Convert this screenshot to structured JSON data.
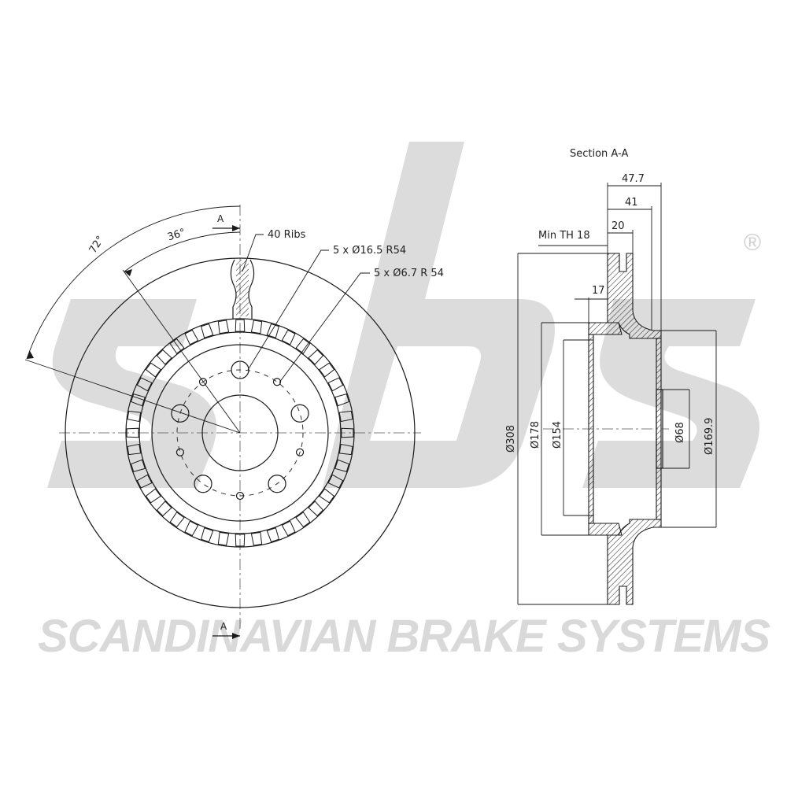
{
  "watermark": {
    "brand_text": "SCANDINAVIAN BRAKE SYSTEMS",
    "registered_mark": "®",
    "logo_letters": "sbs",
    "logo_color": "#dcdcdc"
  },
  "front_view": {
    "angle_outer": "72°",
    "angle_inner": "36°",
    "section_marker_top": "A",
    "section_marker_bottom": "A",
    "ribs_label": "40 Ribs",
    "bolt_holes_label": "5 x Ø16.5 R54",
    "small_holes_label": "5 x Ø6.7 R 54"
  },
  "section_view": {
    "title": "Section A-A",
    "dim_total_width": "47.7",
    "dim_width_41": "41",
    "dim_width_20": "20",
    "min_thickness_label": "Min TH 18",
    "dim_width_17": "17",
    "dim_outer_diameter": "Ø308",
    "dim_diameter_178": "Ø178",
    "dim_diameter_154": "Ø154",
    "dim_diameter_68": "Ø68",
    "dim_diameter_169_9": "Ø169.9"
  }
}
